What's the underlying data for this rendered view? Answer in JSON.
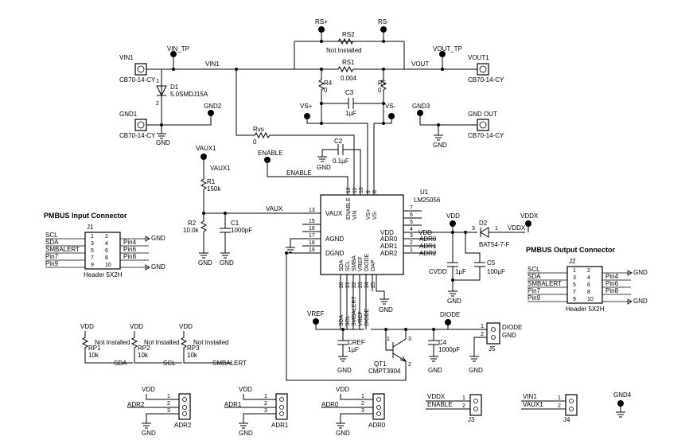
{
  "top": {
    "vin1_conn": "VIN1",
    "vin1_part": "CB70-14-CY",
    "vin_tp": "VIN_TP",
    "net_vin1": "VIN1",
    "rs_plus": "RS+",
    "rs_minus": "RS-",
    "rs2": "RS2",
    "rs2_val": "Not Installed",
    "rs1": "RS1",
    "rs1_val": "0.004",
    "vout": "VOUT",
    "vout_tp": "VOUT_TP",
    "vout1_conn": "VOUT1",
    "vout1_part": "CB70-14-CY",
    "r4": "R4",
    "r4_val": "0",
    "r5": "R5",
    "r5_val": "0",
    "c3": "C3",
    "c3_val": "1µF",
    "vs_plus": "VS+",
    "vs_minus": "VS-",
    "d1": "D1",
    "d1_val": "5.0SMDJ15A",
    "d1_pin1": "1",
    "d1_pin2": "2",
    "gnd1_conn": "GND1",
    "gnd1_part": "CB70-14-CY",
    "gnd2": "GND2",
    "gnd3": "GND3",
    "gnd_out": "GND OUT",
    "gnd_out_part": "CB70-14-CY",
    "rvs": "Rvs",
    "rvs_val": "0",
    "c2": "C2",
    "c2_val": "0.1µF",
    "enable": "ENABLE",
    "net_enable": "ENABLE",
    "vaux1": "VAUX1",
    "vaux1_net": "VAUX1",
    "r1": "R1",
    "r1_val": "150k",
    "r2": "R2",
    "r2_val": "10.0k",
    "c1": "C1",
    "c1_val": "1000pF",
    "net_vaux": "VAUX",
    "gnd": "GND"
  },
  "ic": {
    "ref": "U1",
    "part": "LM25056",
    "left_pins": [
      {
        "num": "13",
        "name": "VAUX"
      },
      {
        "num": "15",
        "name": ""
      },
      {
        "num": "16",
        "name": ""
      },
      {
        "num": "17",
        "name": "AGND"
      },
      {
        "num": "18",
        "name": ""
      },
      {
        "num": "19",
        "name": "DGND"
      }
    ],
    "right_pins": [
      {
        "num": "7",
        "name": ""
      },
      {
        "num": "6",
        "name": ""
      },
      {
        "num": "5",
        "name": ""
      },
      {
        "num": "4",
        "name": "VDD"
      },
      {
        "num": "3",
        "name": "ADR0"
      },
      {
        "num": "2",
        "name": "ADR1"
      },
      {
        "num": "1",
        "name": "ADR2"
      }
    ],
    "top_pins": [
      {
        "num": "12",
        "name": "ENABLE"
      },
      {
        "num": "11",
        "name": "VIN"
      },
      {
        "num": "10",
        "name": ""
      },
      {
        "num": "9",
        "name": "VS+"
      },
      {
        "num": "8",
        "name": "VS-"
      }
    ],
    "bottom_pins": [
      {
        "num": "20",
        "name": "SDA"
      },
      {
        "num": "21",
        "name": "SCL"
      },
      {
        "num": "22",
        "name": "SMBA"
      },
      {
        "num": "23",
        "name": "VREF"
      },
      {
        "num": "24",
        "name": "DIODE"
      },
      {
        "num": "25",
        "name": "DAP"
      }
    ],
    "right_nets": [
      "VDD",
      "ADR0",
      "ADR1",
      "ADR2"
    ],
    "bottom_nets": [
      "SDA",
      "SCL",
      "SMBALERT",
      "VREF",
      "DIODE"
    ]
  },
  "vdd_area": {
    "vdd": "VDD",
    "d2": "D2",
    "d2_val": "BAT54-7-F",
    "vddx": "VDDX",
    "vddx_net": "VDDX",
    "pin3": "3",
    "pin1": "1",
    "cvdd": "CVDD",
    "cvdd_val": "1µF",
    "c5": "C5",
    "c5_val": "100µF"
  },
  "pmbus_in": {
    "title": "PMBUS Input Connector",
    "ref": "J1",
    "part": "Header 5X2H",
    "left_labels": [
      "SCL",
      "SDA",
      "SMBALERT",
      "Pin7",
      "Pin9"
    ],
    "left_nums": [
      "1",
      "3",
      "5",
      "7",
      "9"
    ],
    "right_nums": [
      "2",
      "4",
      "6",
      "8",
      "10"
    ],
    "right_labels": [
      "GND",
      "Pin4",
      "Pin6",
      "Pin8",
      "GND"
    ]
  },
  "pmbus_out": {
    "title": "PMBUS Output Connector",
    "ref": "J2",
    "part": "Header 5X2H",
    "left_labels": [
      "SCL",
      "SDA",
      "SMBALERT",
      "Pin7",
      "Pin9"
    ],
    "left_nums": [
      "1",
      "3",
      "5",
      "7",
      "9"
    ],
    "right_nums": [
      "2",
      "4",
      "6",
      "8",
      "10"
    ],
    "right_labels": [
      "GND",
      "Pin4",
      "Pin6",
      "Pin8",
      "GND"
    ]
  },
  "pullups": [
    {
      "vdd": "VDD",
      "ref": "RP1",
      "val": "10k",
      "note": "Not Installed",
      "net": "SDA"
    },
    {
      "vdd": "VDD",
      "ref": "RP2",
      "val": "10k",
      "note": "Not Installed",
      "net": "SCL"
    },
    {
      "vdd": "VDD",
      "ref": "RP3",
      "val": "10k",
      "note": "Not Installed",
      "net": "SMBALERT"
    }
  ],
  "bottom_mid": {
    "vref": "VREF",
    "cref": "CREF",
    "cref_val": "1µF",
    "qt1": "QT1",
    "qt1_part": "CMPT3904",
    "q_pin1": "1",
    "q_pin2": "2",
    "q_pin3": "3",
    "diode": "DIODE",
    "c4": "C4",
    "c4_val": "1000pF",
    "j5": "J5",
    "j5_p1": "1",
    "j5_p2": "2",
    "j5_l1": "DIODE",
    "j5_l2": "GND"
  },
  "jumpers": [
    {
      "vdd": "VDD",
      "net": "ADR2",
      "ref": "ADR2",
      "pins": [
        "1",
        "2",
        "3"
      ],
      "gnd": "GND"
    },
    {
      "vdd": "VDD",
      "net": "ADR1",
      "ref": "ADR1",
      "pins": [
        "1",
        "2",
        "3"
      ],
      "gnd": "GND"
    },
    {
      "vdd": "VDD",
      "net": "ADR0",
      "ref": "ADR0",
      "pins": [
        "1",
        "2",
        "3"
      ],
      "gnd": "GND"
    }
  ],
  "j3": {
    "ref": "J3",
    "l1": "VDDX",
    "l2": "ENABLE",
    "p1": "1",
    "p2": "2"
  },
  "j4": {
    "ref": "J4",
    "l1": "VIN1",
    "l2": "VAUX1",
    "p1": "1",
    "p2": "2"
  },
  "gnd4": "GND4"
}
